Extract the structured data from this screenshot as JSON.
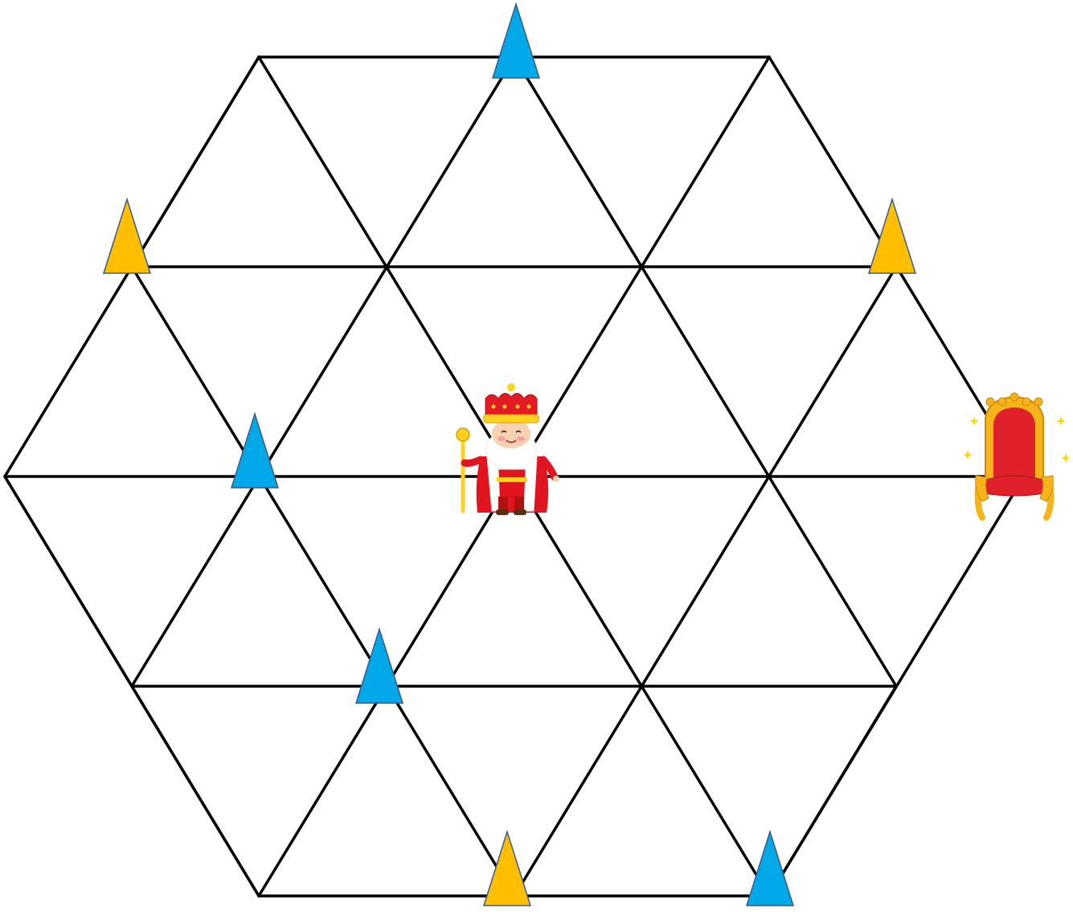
{
  "board": {
    "shape": "hexagon",
    "grid": "triangular",
    "line_color": "#000000"
  },
  "colors": {
    "blue_piece": "#00a8e8",
    "yellow_piece": "#ffbf00",
    "piece_outline": "#3b5b8c",
    "king_robe": "#e0151f",
    "crown_gold": "#ffd21f",
    "throne_red": "#e0202a",
    "throne_gold": "#f6b41a"
  },
  "pieces": [
    {
      "id": "blue-top",
      "color": "blue",
      "icon": "triangle-piece"
    },
    {
      "id": "yellow-left-upper",
      "color": "yellow",
      "icon": "triangle-piece"
    },
    {
      "id": "yellow-right-upper",
      "color": "yellow",
      "icon": "triangle-piece"
    },
    {
      "id": "blue-left-middle",
      "color": "blue",
      "icon": "triangle-piece"
    },
    {
      "id": "blue-lower-center",
      "color": "blue",
      "icon": "triangle-piece"
    },
    {
      "id": "yellow-bottom",
      "color": "yellow",
      "icon": "triangle-piece"
    },
    {
      "id": "blue-bottom-right",
      "color": "blue",
      "icon": "triangle-piece"
    }
  ],
  "characters": {
    "king": {
      "icon": "king-icon"
    },
    "throne": {
      "icon": "throne-icon"
    }
  }
}
